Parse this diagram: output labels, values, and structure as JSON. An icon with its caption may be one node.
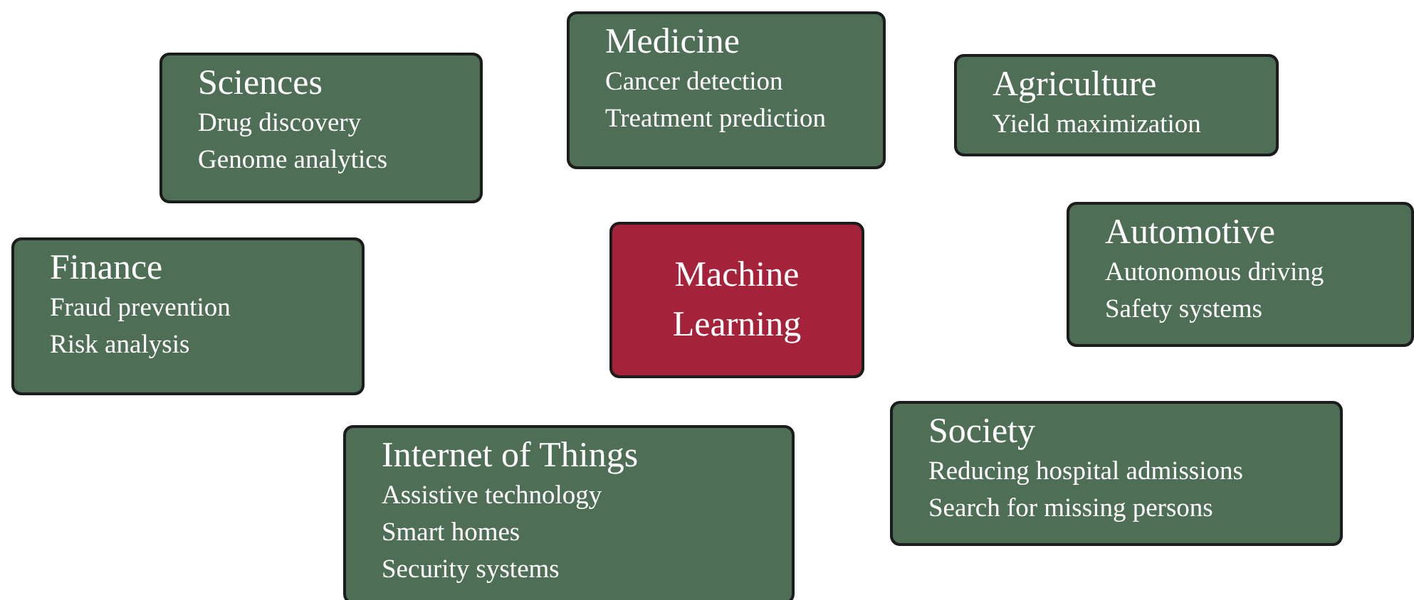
{
  "diagram": {
    "nodes": [
      {
        "text": [
          "Medicine",
          "Cancer detection",
          "Treatment prediction"
        ]
      },
      {
        "text": [
          "Sciences",
          "Drug discovery",
          "Genome analytics"
        ]
      },
      {
        "text": [
          "Agriculture",
          "Yield maximization"
        ]
      },
      {
        "text": [
          "Automotive",
          "Autonomous driving",
          "Safety systems"
        ]
      },
      {
        "text": [
          "Machine Learning"
        ]
      },
      {
        "text": [
          "Finance",
          "Fraud prevention",
          "Risk analysis"
        ]
      },
      {
        "text": [
          "Society",
          "Reducing hospital admissions",
          "Search for missing persons"
        ]
      },
      {
        "text": [
          "Internet of Things",
          "Assistive technology",
          "Smart homes",
          "Security systems"
        ]
      }
    ]
  }
}
